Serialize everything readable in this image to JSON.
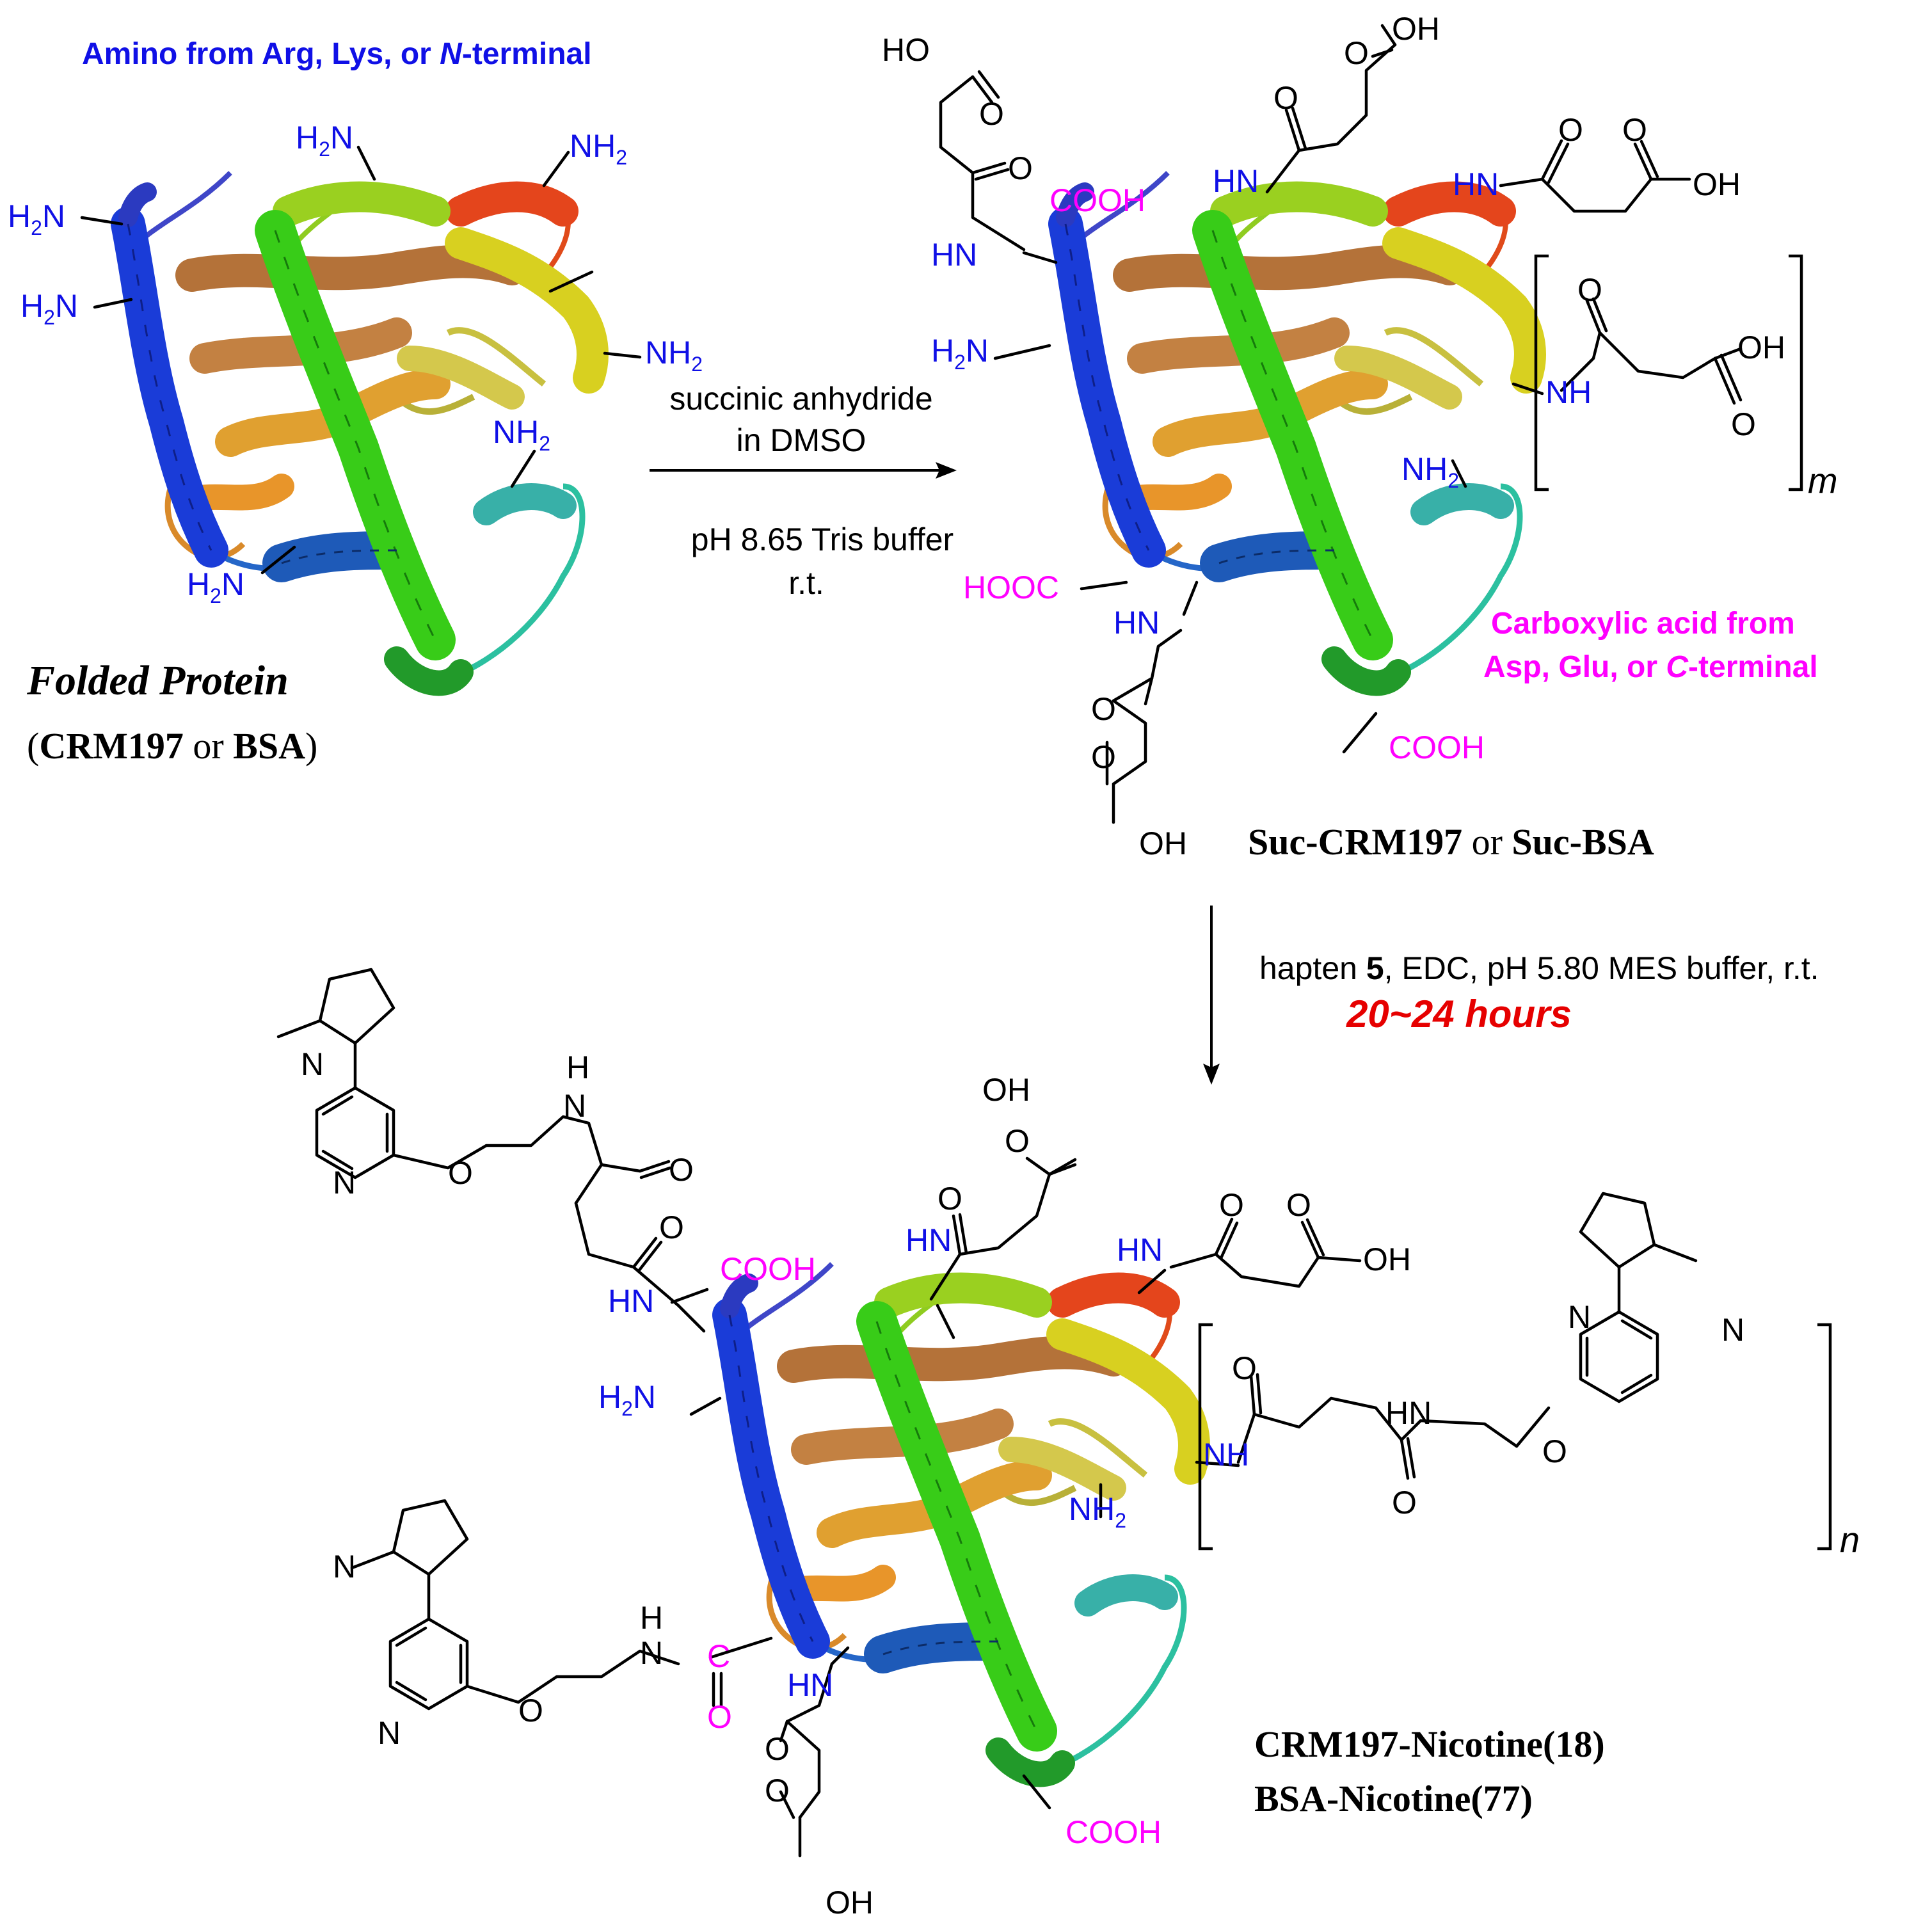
{
  "top_left": {
    "amino_caption": "Amino from Arg, Lys, or N-terminal",
    "amino_caption_a": "Amino from Arg, Lys, or ",
    "amino_caption_n": "N",
    "amino_caption_b": "-terminal",
    "protein_title": "Folded Protein",
    "protein_sub_open": "(",
    "protein_sub_crm": "CRM197",
    "protein_sub_or": " or ",
    "protein_sub_bsa": "BSA",
    "protein_sub_close": ")",
    "nh2": "NH",
    "h2n": "H",
    "n_letter": "N",
    "sub2": "2"
  },
  "step1": {
    "reagent_line1": "succinic anhydride",
    "reagent_line2": "in DMSO",
    "cond_line1": "pH 8.65 Tris buffer",
    "cond_line2": "r.t."
  },
  "top_right": {
    "cooh": "COOH",
    "hooc": "HOOC",
    "hn": "HN",
    "nh": "NH",
    "oh": "OH",
    "ho": "HO",
    "o": "O",
    "repeat_sub": "m",
    "carboxylic_line1": "Carboxylic acid from",
    "carboxylic_line2_a": "Asp, Glu, or ",
    "carboxylic_line2_c": "C",
    "carboxylic_line2_b": "-terminal",
    "product_crm": "Suc-CRM197",
    "product_or": " or ",
    "product_bsa": "Suc-BSA"
  },
  "step2": {
    "cond_a": "hapten ",
    "cond_bold": "5",
    "cond_b": ", EDC, pH 5.80 MES buffer, r.t.",
    "time": "20~24 hours"
  },
  "bottom": {
    "cooh": "COOH",
    "hn": "HN",
    "nh": "NH",
    "h": "H",
    "n": "N",
    "c": "C",
    "o": "O",
    "oh": "OH",
    "repeat_sub": "n",
    "product1": "CRM197-Nicotine(18)",
    "product2": "BSA-Nicotine(77)"
  },
  "colors": {
    "amine_blue": "#1010e6",
    "carboxyl_magenta": "#ff00ff",
    "time_red": "#e60000"
  }
}
